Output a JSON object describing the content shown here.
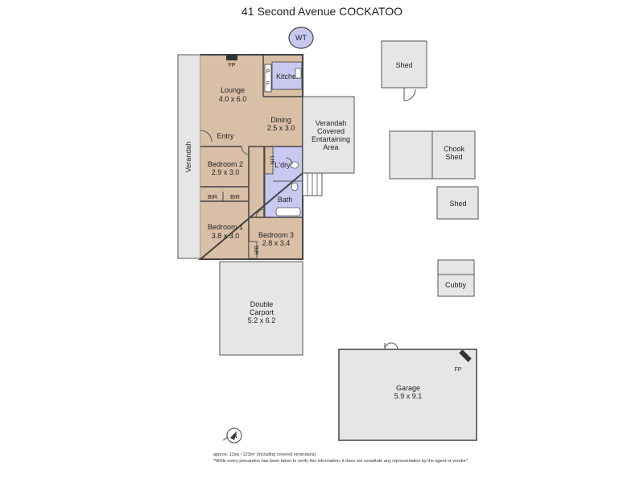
{
  "title": "41 Second Avenue COCKATOO",
  "rooms": {
    "lounge": {
      "name": "Lounge",
      "size": "4.0 x 6.0"
    },
    "kitchen": {
      "name": "Kitchen"
    },
    "dining": {
      "name": "Dining",
      "size": "2.5 x 3.0"
    },
    "entry": {
      "name": "Entry"
    },
    "bedroom2": {
      "name": "Bedroom 2",
      "size": "2.9 x 3.0"
    },
    "bedroom1": {
      "name": "Bedroom 1",
      "size": "3.8 x 3.0"
    },
    "bedroom3": {
      "name": "Bedroom 3",
      "size": "2.8 x 3.4"
    },
    "laundry": {
      "name": "L'dry"
    },
    "bath": {
      "name": "Bath"
    },
    "lin": {
      "name": "LIN"
    },
    "bir1": {
      "name": "BIR"
    },
    "bir2": {
      "name": "BIR"
    },
    "bir3": {
      "name": "BIR"
    },
    "fp_lounge": {
      "name": "FP"
    },
    "pantry": {
      "name": "P"
    },
    "fridge": {
      "name": "F"
    },
    "verandah_west": {
      "name": "Verandah"
    },
    "verandah_east": {
      "line1": "Verandah",
      "line2": "Covered",
      "line3": "Entartaining",
      "line4": "Area"
    },
    "wt": {
      "name": "WT"
    },
    "carport": {
      "line1": "Double",
      "line2": "Carport",
      "size": "5.2 x 6.2"
    },
    "garage": {
      "name": "Garage",
      "size": "5.9 x 9.1"
    },
    "fp_garage": {
      "name": "FP"
    },
    "shed_top": {
      "name": "Shed"
    },
    "chook_shed": {
      "line1": "Chook",
      "line2": "Shed"
    },
    "shed_mid": {
      "name": "Shed"
    },
    "cubby": {
      "name": "Cubby"
    }
  },
  "compass": {
    "label": "N"
  },
  "notes": {
    "area": "approx. 13sq ~123m² (including covered verandahs)",
    "disclaimer": "*While every precaution has been taken to verify this information, it does not constitute any representation by the agent or vendor*"
  },
  "colors": {
    "room_fill": "#d9bfa6",
    "wet_fill": "#c9c8f0",
    "outbuilding_fill": "#e6e6e6",
    "wall": "#444444"
  }
}
